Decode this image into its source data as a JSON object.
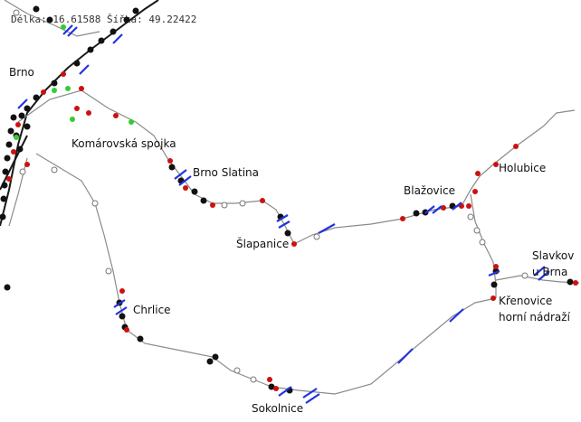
{
  "coordinates": {
    "prefix": "Délka:",
    "lon": "16.61588",
    "lat_prefix": "Šířka:",
    "lat": "49.22422"
  },
  "places": [
    {
      "key": "brno",
      "name": "Brno"
    },
    {
      "key": "komarovska",
      "name": "Komárovská spojka"
    },
    {
      "key": "brno_slatina",
      "name": "Brno Slatina"
    },
    {
      "key": "blazovice",
      "name": "Blažovice"
    },
    {
      "key": "holubice",
      "name": "Holubice"
    },
    {
      "key": "slapanice",
      "name": "Šlapanice"
    },
    {
      "key": "slavkov_1",
      "name": "Slavkov"
    },
    {
      "key": "slavkov_2",
      "name": "u Brna"
    },
    {
      "key": "krenovice_1",
      "name": "Křenovice"
    },
    {
      "key": "krenovice_2",
      "name": "horní nádraží"
    },
    {
      "key": "chrlice",
      "name": "Chrlice"
    },
    {
      "key": "sokolnice",
      "name": "Sokolnice"
    }
  ],
  "colors": {
    "track": "#8a8a8a",
    "red_point": "#cc1111",
    "black_point": "#111111",
    "green_point": "#33cc33",
    "signal": "#2233dd",
    "open_point": "#ffffff"
  }
}
